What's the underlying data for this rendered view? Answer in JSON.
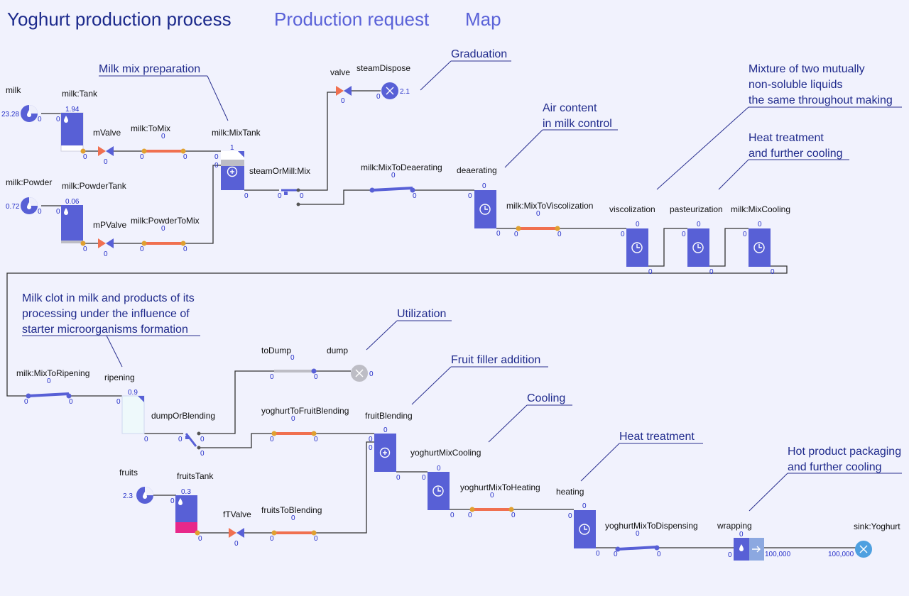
{
  "header": {
    "title": "Yoghurt production process",
    "tabs": [
      {
        "label": "Production request"
      },
      {
        "label": "Map"
      }
    ]
  },
  "colors": {
    "background": "#f1f2fd",
    "block": "#5860d6",
    "block_dark": "#3f47bd",
    "conveyor_active": "#f07050",
    "conveyor_idle": "#b8b8c8",
    "valve": "#f07050",
    "port": "#e0a030",
    "title": "#1c2a8c",
    "tab": "#5a62d8",
    "dump_gray": "#bdbdc5",
    "fruit_tank_fill": "#e8288a",
    "sink": "#4ea0e0"
  },
  "annotations": [
    {
      "id": "milk-mix-preparation",
      "lines": [
        "Milk mix preparation"
      ]
    },
    {
      "id": "graduation",
      "lines": [
        "Graduation"
      ]
    },
    {
      "id": "mixture",
      "lines": [
        "Mixture of two mutually",
        "non-soluble liquids",
        "the same throughout making"
      ]
    },
    {
      "id": "air-content",
      "lines": [
        "Air content",
        "in milk control"
      ]
    },
    {
      "id": "heat-treatment-cooling",
      "lines": [
        "Heat treatment",
        "and further cooling"
      ]
    },
    {
      "id": "milk-clot",
      "lines": [
        "Milk clot in milk and products of its",
        "processing under the influence of",
        "starter microorganisms formation"
      ]
    },
    {
      "id": "utilization",
      "lines": [
        "Utilization"
      ]
    },
    {
      "id": "fruit-filler",
      "lines": [
        "Fruit filler addition"
      ]
    },
    {
      "id": "cooling",
      "lines": [
        "Cooling"
      ]
    },
    {
      "id": "heat-treatment",
      "lines": [
        "Heat treatment"
      ]
    },
    {
      "id": "hot-product",
      "lines": [
        "Hot product packaging",
        "and further cooling"
      ]
    }
  ],
  "blocks": [
    {
      "id": "milk",
      "type": "source",
      "label": "milk",
      "value": "23.28",
      "port": "0"
    },
    {
      "id": "milk-tank",
      "type": "tank",
      "label": "milk:Tank",
      "value": "1.94",
      "ports": [
        "0",
        "0"
      ]
    },
    {
      "id": "m-valve",
      "type": "valve",
      "label": "mValve",
      "value": "0",
      "ports": [
        "0"
      ]
    },
    {
      "id": "milk-to-mix",
      "type": "conveyor",
      "label": "milk:ToMix",
      "value": "0",
      "ports": [
        "0",
        "0"
      ]
    },
    {
      "id": "milk-mix-tank",
      "type": "tank",
      "label": "milk:MixTank",
      "value": "1",
      "ports": [
        "0",
        "0"
      ]
    },
    {
      "id": "milk-powder",
      "type": "source",
      "label": "milk:Powder",
      "value": "0.72",
      "port": "0"
    },
    {
      "id": "milk-powder-tank",
      "type": "tank",
      "label": "milk:PowderTank",
      "value": "0.06",
      "ports": [
        "0",
        "0"
      ]
    },
    {
      "id": "mp-valve",
      "type": "valve",
      "label": "mPValve",
      "value": "0",
      "ports": [
        "0"
      ]
    },
    {
      "id": "milk-powder-to-mix",
      "type": "conveyor",
      "label": "milk:PowderToMix",
      "value": "0",
      "ports": [
        "0",
        "0"
      ]
    },
    {
      "id": "steam-or-mill",
      "type": "selector",
      "label": "steamOrMill:Mix",
      "ports": [
        "0",
        "0",
        "0"
      ]
    },
    {
      "id": "valve",
      "type": "valve",
      "label": "valve",
      "value": "0"
    },
    {
      "id": "steam-dispose",
      "type": "sink",
      "label": "steamDispose",
      "value": "2.1",
      "ports": [
        "0"
      ]
    },
    {
      "id": "milk-mix-to-deaerating",
      "type": "conveyor",
      "label": "milk:MixToDeaerating",
      "value": "0",
      "ports": [
        "0"
      ]
    },
    {
      "id": "deaerating",
      "type": "delay",
      "label": "deaerating",
      "value": "0",
      "ports": [
        "0",
        "0"
      ]
    },
    {
      "id": "milk-mix-to-viscolization",
      "type": "conveyor",
      "label": "milk:MixToViscolization",
      "value": "0",
      "ports": [
        "0",
        "0"
      ]
    },
    {
      "id": "viscolization",
      "type": "delay",
      "label": "viscolization",
      "value": "0",
      "ports": [
        "0",
        "0"
      ]
    },
    {
      "id": "pasteurization",
      "type": "delay",
      "label": "pasteurization",
      "value": "0",
      "ports": [
        "0",
        "0"
      ]
    },
    {
      "id": "milk-mix-cooling",
      "type": "delay",
      "label": "milk:MixCooling",
      "value": "0",
      "ports": [
        "0",
        "0"
      ]
    },
    {
      "id": "milk-mix-to-ripening",
      "type": "conveyor",
      "label": "milk:MixToRipening",
      "value": "0",
      "ports": [
        "0",
        "0"
      ]
    },
    {
      "id": "ripening",
      "type": "tank",
      "label": "ripening",
      "value": "0.9",
      "ports": [
        "0",
        "0"
      ]
    },
    {
      "id": "dump-or-blending",
      "type": "selector",
      "label": "dumpOrBlending",
      "ports": [
        "0",
        "0",
        "0"
      ]
    },
    {
      "id": "to-dump",
      "type": "conveyor",
      "label": "toDump",
      "value": "0",
      "ports": [
        "0",
        "0"
      ]
    },
    {
      "id": "dump",
      "type": "sink",
      "label": "dump",
      "ports": [
        "0"
      ]
    },
    {
      "id": "yoghurt-to-fruit-blending",
      "type": "conveyor",
      "label": "yoghurtToFruitBlending",
      "value": "0",
      "ports": [
        "0",
        "0"
      ]
    },
    {
      "id": "fruit-blending",
      "type": "combine",
      "label": "fruitBlending",
      "value": "0",
      "ports": [
        "0",
        "0",
        "0"
      ]
    },
    {
      "id": "fruits",
      "type": "source",
      "label": "fruits",
      "value": "2.3",
      "port": "0"
    },
    {
      "id": "fruits-tank",
      "type": "tank",
      "label": "fruitsTank",
      "value": "0.3",
      "ports": [
        "0",
        "0"
      ]
    },
    {
      "id": "ft-valve",
      "type": "valve",
      "label": "fTValve",
      "value": "0",
      "ports": [
        "0"
      ]
    },
    {
      "id": "fruits-to-blending",
      "type": "conveyor",
      "label": "fruitsToBlending",
      "value": "0",
      "ports": [
        "0",
        "0"
      ]
    },
    {
      "id": "yoghurt-mix-cooling",
      "type": "delay",
      "label": "yoghurtMixCooling",
      "value": "0",
      "ports": [
        "0",
        "0"
      ]
    },
    {
      "id": "yoghurt-mix-to-heating",
      "type": "conveyor",
      "label": "yoghurtMixToHeating",
      "value": "0",
      "ports": [
        "0",
        "0"
      ]
    },
    {
      "id": "heating",
      "type": "delay",
      "label": "heating",
      "value": "0",
      "ports": [
        "0",
        "0"
      ]
    },
    {
      "id": "yoghurt-mix-to-dispensing",
      "type": "conveyor",
      "label": "yoghurtMixToDispensing",
      "value": "0",
      "ports": [
        "0",
        "0"
      ]
    },
    {
      "id": "wrapping",
      "type": "pack",
      "label": "wrapping",
      "value": "0",
      "ports": [
        "0",
        "100,000"
      ]
    },
    {
      "id": "sink-yoghurt",
      "type": "sink",
      "label": "sink:Yoghurt",
      "ports": [
        "100,000"
      ]
    }
  ]
}
